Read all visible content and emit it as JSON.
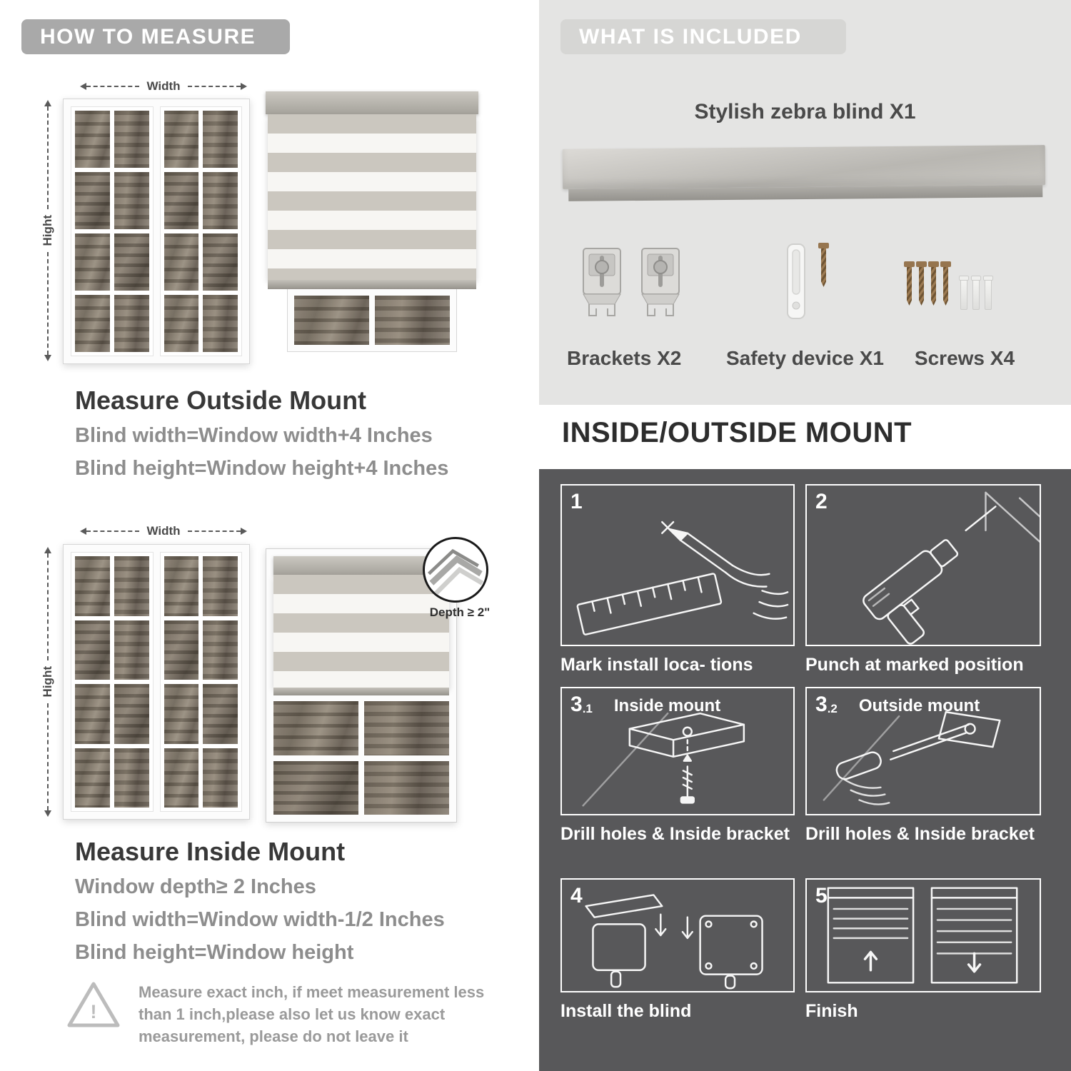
{
  "left": {
    "banner": "HOW TO MEASURE",
    "outside": {
      "width_label": "Width",
      "height_label": "Hight",
      "heading": "Measure Outside Mount",
      "lines": [
        "Blind width=Window width+4 Inches",
        "Blind height=Window height+4 Inches"
      ]
    },
    "inside": {
      "width_label": "Width",
      "height_label": "Hight",
      "depth_note": "Depth ≥ 2\"",
      "heading": "Measure Inside Mount",
      "lines": [
        "Window depth≥ 2 Inches",
        "Blind width=Window width-1/2 Inches",
        "Blind height=Window height"
      ]
    },
    "note": {
      "icon": "warning-triangle-icon",
      "exclamation": "!",
      "text": "Measure exact inch, if meet measurement less than 1 inch,please also let us know exact measurement, please do not leave it"
    }
  },
  "right": {
    "included": {
      "banner": "WHAT IS INCLUDED",
      "product_label": "Stylish zebra blind X1",
      "items": [
        {
          "name": "brackets",
          "label": "Brackets X2"
        },
        {
          "name": "safety-device",
          "label": "Safety device X1"
        },
        {
          "name": "screws",
          "label": "Screws X4"
        }
      ]
    },
    "mount": {
      "heading": "INSIDE/OUTSIDE MOUNT",
      "steps": [
        {
          "num": "1",
          "caption": "Mark install loca- tions"
        },
        {
          "num": "2",
          "caption": "Punch at  marked position"
        },
        {
          "num": "3",
          "sub": ".1",
          "title": "Inside mount",
          "caption": "Drill holes &  Inside bracket"
        },
        {
          "num": "3",
          "sub": ".2",
          "title": "Outside mount",
          "caption": "Drill holes &  Inside bracket"
        },
        {
          "num": "4",
          "caption": "Install the blind"
        },
        {
          "num": "5",
          "caption": "Finish"
        }
      ]
    }
  },
  "colors": {
    "left_banner_bg": "#a9a9a9",
    "included_bg": "#e4e4e3",
    "included_banner_bg": "#d6d6d4",
    "dark_section_bg": "#58585a",
    "heading_text": "#383838",
    "muted_text": "#8d8d8d",
    "label_text": "#4a4a4a",
    "line_art": "#ffffff"
  }
}
